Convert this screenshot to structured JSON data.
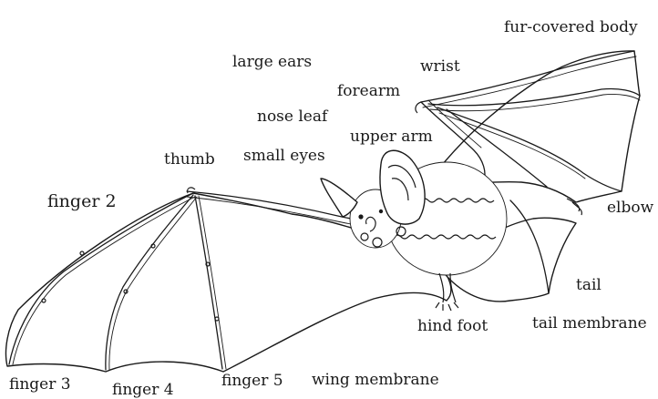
{
  "labels": {
    "fur_covered_body": "fur-covered body",
    "large_ears": "large ears",
    "wrist": "wrist",
    "forearm": "forearm",
    "nose_leaf": "nose leaf",
    "upper_arm": "upper arm",
    "thumb": "thumb",
    "small_eyes": "small eyes",
    "finger_2": "finger 2",
    "elbow": "elbow",
    "tail": "tail",
    "hind_foot": "hind foot",
    "tail_membrane": "tail membrane",
    "finger_3": "finger 3",
    "finger_4": "finger 4",
    "finger_5": "finger 5",
    "wing_membrane": "wing membrane"
  },
  "colors": {
    "ink": "#1a1a1a",
    "background": "#ffffff"
  }
}
